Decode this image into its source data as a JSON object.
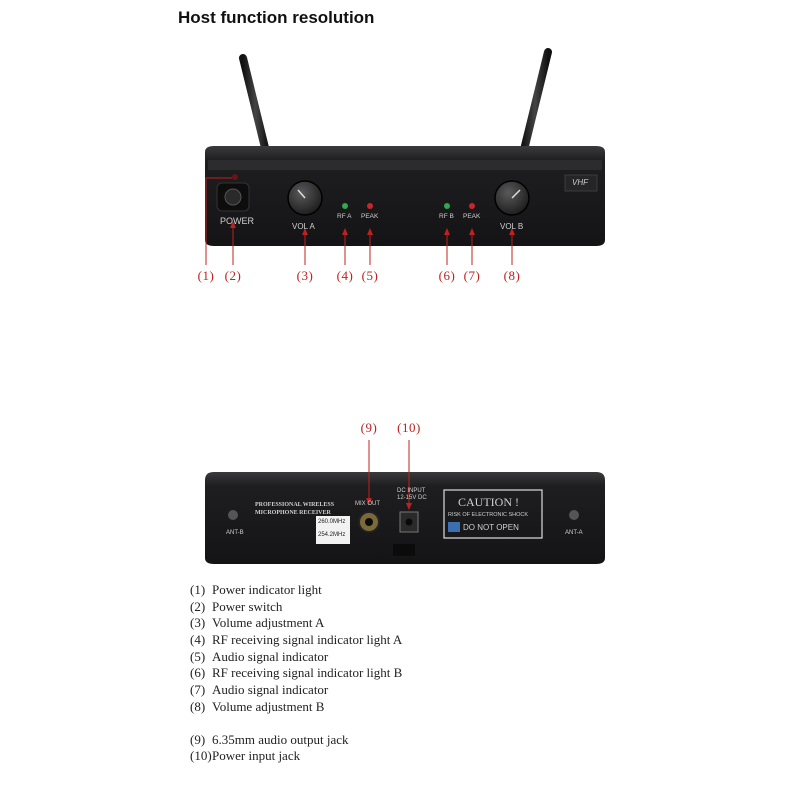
{
  "title": "Host function resolution",
  "front_panel": {
    "power_label": "POWER",
    "vol_a_label": "VOL A",
    "vol_b_label": "VOL B",
    "rf_a_label": "RF A",
    "rf_b_label": "RF B",
    "peak_a_label": "PEAK",
    "peak_b_label": "PEAK",
    "band_label": "VHF"
  },
  "front_callouts": [
    "(1)",
    "(2)",
    "(3)",
    "(4)",
    "(5)",
    "(6)",
    "(7)",
    "(8)"
  ],
  "back_callouts": [
    "(9)",
    "(10)"
  ],
  "back_panel": {
    "brand_line1": "PROFESSIONAL WIRELESS",
    "brand_line2": "MICROPHONE RECEIVER",
    "freq_1": "260.0MHz",
    "freq_2": "254.2MHz",
    "mix_out_label": "MIX OUT",
    "dc_input_line1": "DC INPUT",
    "dc_input_line2": "12-15V DC",
    "caution_title": "CAUTION !",
    "caution_sub": "RISK OF ELECTRONIC SHOCK",
    "caution_open": "DO NOT OPEN",
    "ant_b_label": "ANT-B",
    "ant_a_label": "ANT-A"
  },
  "legend": {
    "front": [
      {
        "num": "(1)",
        "text": "Power indicator light"
      },
      {
        "num": "(2)",
        "text": "Power switch"
      },
      {
        "num": "(3)",
        "text": "Volume adjustment A"
      },
      {
        "num": "(4)",
        "text": "RF receiving signal indicator light A"
      },
      {
        "num": "(5)",
        "text": "Audio signal indicator"
      },
      {
        "num": "(6)",
        "text": "RF receiving signal indicator light B"
      },
      {
        "num": "(7)",
        "text": "Audio signal indicator"
      },
      {
        "num": "(8)",
        "text": "Volume adjustment B"
      }
    ],
    "back": [
      {
        "num": "(9)",
        "text": "6.35mm audio output jack"
      },
      {
        "num": "(10)",
        "text": "Power input jack"
      }
    ]
  },
  "colors": {
    "callout": "#c0201f",
    "device_body": "#1c1c1e",
    "led_green": "#2fa84f",
    "led_red": "#c8262a"
  }
}
